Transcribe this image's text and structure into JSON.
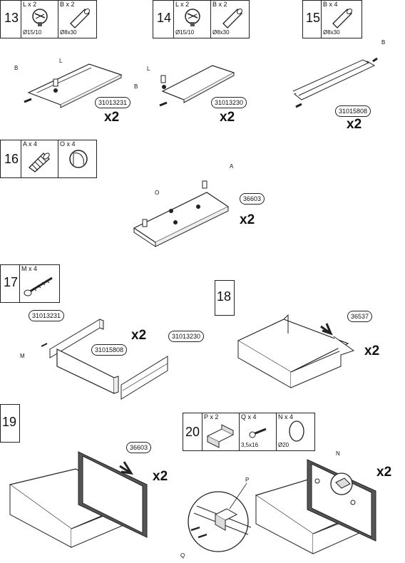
{
  "steps": {
    "s13": {
      "number": "13",
      "hw1": {
        "label": "L x 2",
        "size": "Ø15/10"
      },
      "hw2": {
        "label": "B x 2",
        "size": "Ø8x30"
      }
    },
    "s14": {
      "number": "14",
      "hw1": {
        "label": "L x 2",
        "size": "Ø15/10"
      },
      "hw2": {
        "label": "B x 2",
        "size": "Ø8x30"
      }
    },
    "s15": {
      "number": "15",
      "hw1": {
        "label": "B x 4",
        "size": "Ø8x30"
      }
    },
    "s16": {
      "number": "16",
      "hw1": {
        "label": "A x 4"
      },
      "hw2": {
        "label": "O x 4"
      }
    },
    "s17": {
      "number": "17",
      "hw1": {
        "label": "M x 4"
      }
    },
    "s18": {
      "number": "18"
    },
    "s19": {
      "number": "19"
    },
    "s20": {
      "number": "20",
      "hw1": {
        "label": "P x 2"
      },
      "hw2": {
        "label": "Q x 4",
        "size": "3,5x16"
      },
      "hw3": {
        "label": "N x 4",
        "size": "Ø20"
      }
    }
  },
  "parts": {
    "p31013231": "31013231",
    "p31013230": "31013230",
    "p31015808": "31015808",
    "p36603": "36603",
    "p36537": "36537"
  },
  "letters": {
    "B": "B",
    "L": "L",
    "A": "A",
    "O": "O",
    "M": "M",
    "P": "P",
    "Q": "Q",
    "N": "N"
  },
  "multipliers": {
    "x2": "x2"
  },
  "colors": {
    "line": "#222222",
    "panel": "#ffffff",
    "shade": "#dddddd"
  }
}
